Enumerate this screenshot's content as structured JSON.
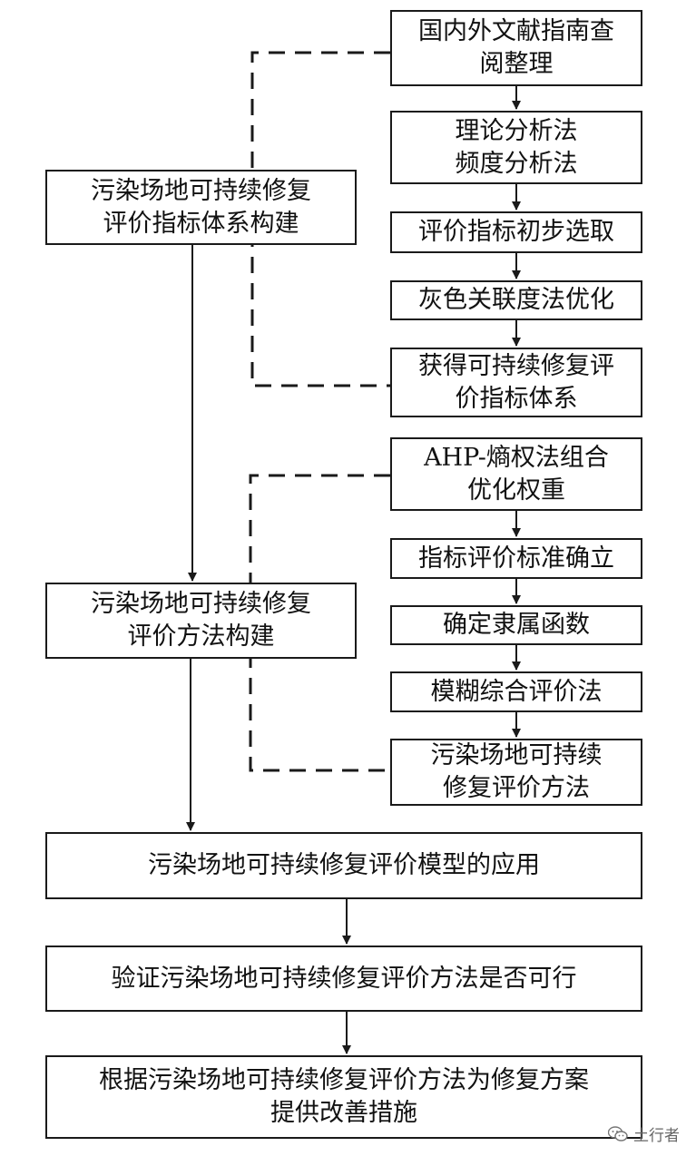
{
  "steps_right": [
    {
      "id": "lit",
      "lines": [
        "国内外文献指南查",
        "阅整理"
      ]
    },
    {
      "id": "theory",
      "lines": [
        "理论分析法",
        "频度分析法"
      ]
    },
    {
      "id": "initial",
      "lines": [
        "评价指标初步选取"
      ]
    },
    {
      "id": "grey",
      "lines": [
        "灰色关联度法优化"
      ]
    },
    {
      "id": "system",
      "lines": [
        "获得可持续修复评",
        "价指标体系"
      ]
    },
    {
      "id": "ahp",
      "lines": [
        "AHP-熵权法组合",
        "优化权重"
      ]
    },
    {
      "id": "standard",
      "lines": [
        "指标评价标准确立"
      ]
    },
    {
      "id": "membership",
      "lines": [
        "确定隶属函数"
      ]
    },
    {
      "id": "fuzzy",
      "lines": [
        "模糊综合评价法"
      ]
    },
    {
      "id": "method",
      "lines": [
        "污染场地可持续",
        "修复评价方法"
      ]
    }
  ],
  "steps_left": [
    {
      "id": "build_index",
      "lines": [
        "污染场地可持续修复",
        "评价指标体系构建"
      ]
    },
    {
      "id": "build_method",
      "lines": [
        "污染场地可持续修复",
        "评价方法构建"
      ]
    }
  ],
  "steps_bottom": [
    {
      "id": "apply",
      "lines": [
        "污染场地可持续修复评价模型的应用"
      ]
    },
    {
      "id": "verify",
      "lines": [
        "验证污染场地可持续修复评价方法是否可行"
      ]
    },
    {
      "id": "improve",
      "lines": [
        "根据污染场地可持续修复评价方法为修复方案",
        "提供改善措施"
      ]
    }
  ],
  "watermark": {
    "text": "土行者",
    "icon": "wechat-icon"
  },
  "colors": {
    "line": "#1a1a1a",
    "text": "#111111",
    "background": "#ffffff"
  }
}
